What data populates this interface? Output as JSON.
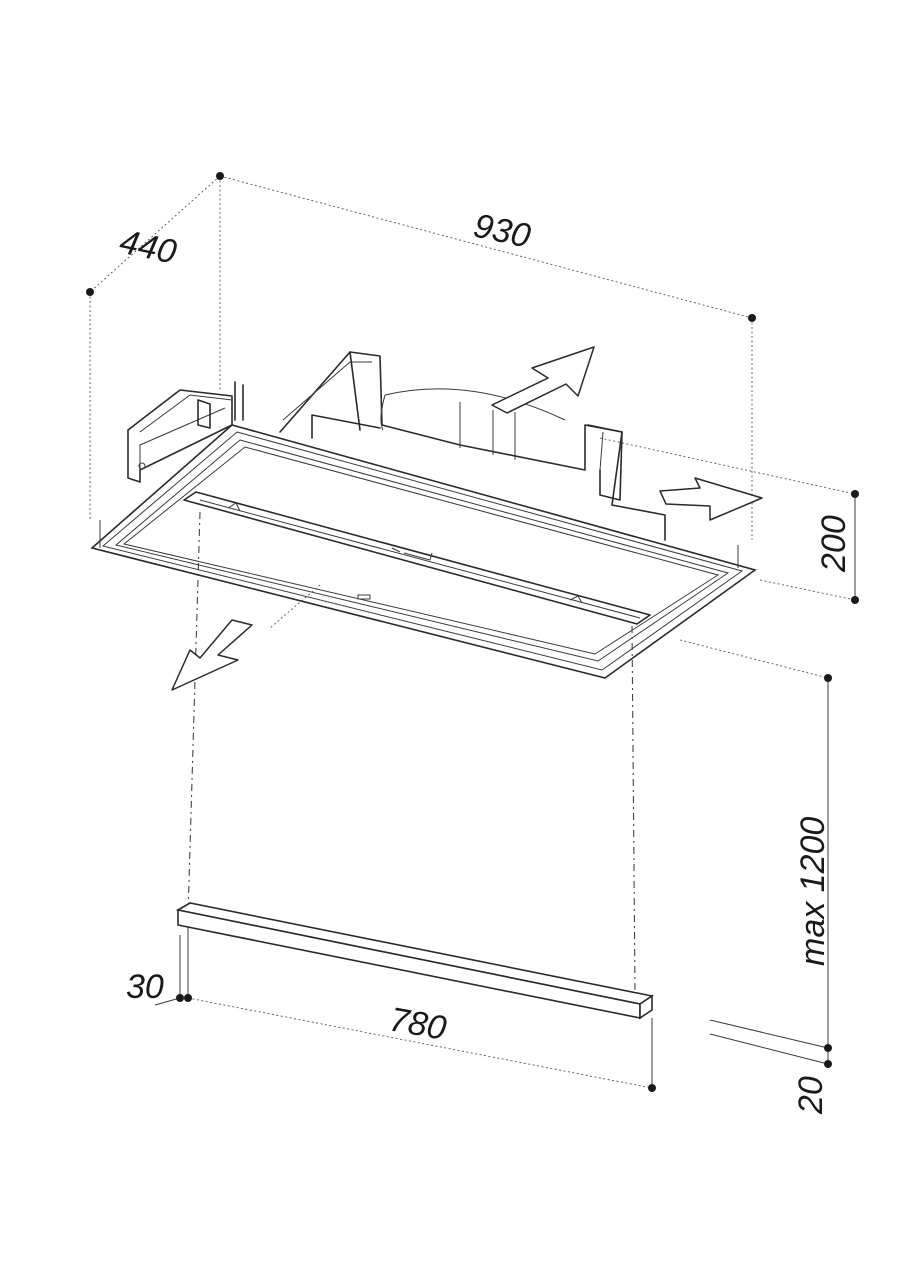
{
  "dimensions": {
    "depth": "440",
    "width": "930",
    "height": "200",
    "drop": "max 1200",
    "bar_length": "780",
    "bar_height": "30",
    "bar_thickness": "20"
  }
}
